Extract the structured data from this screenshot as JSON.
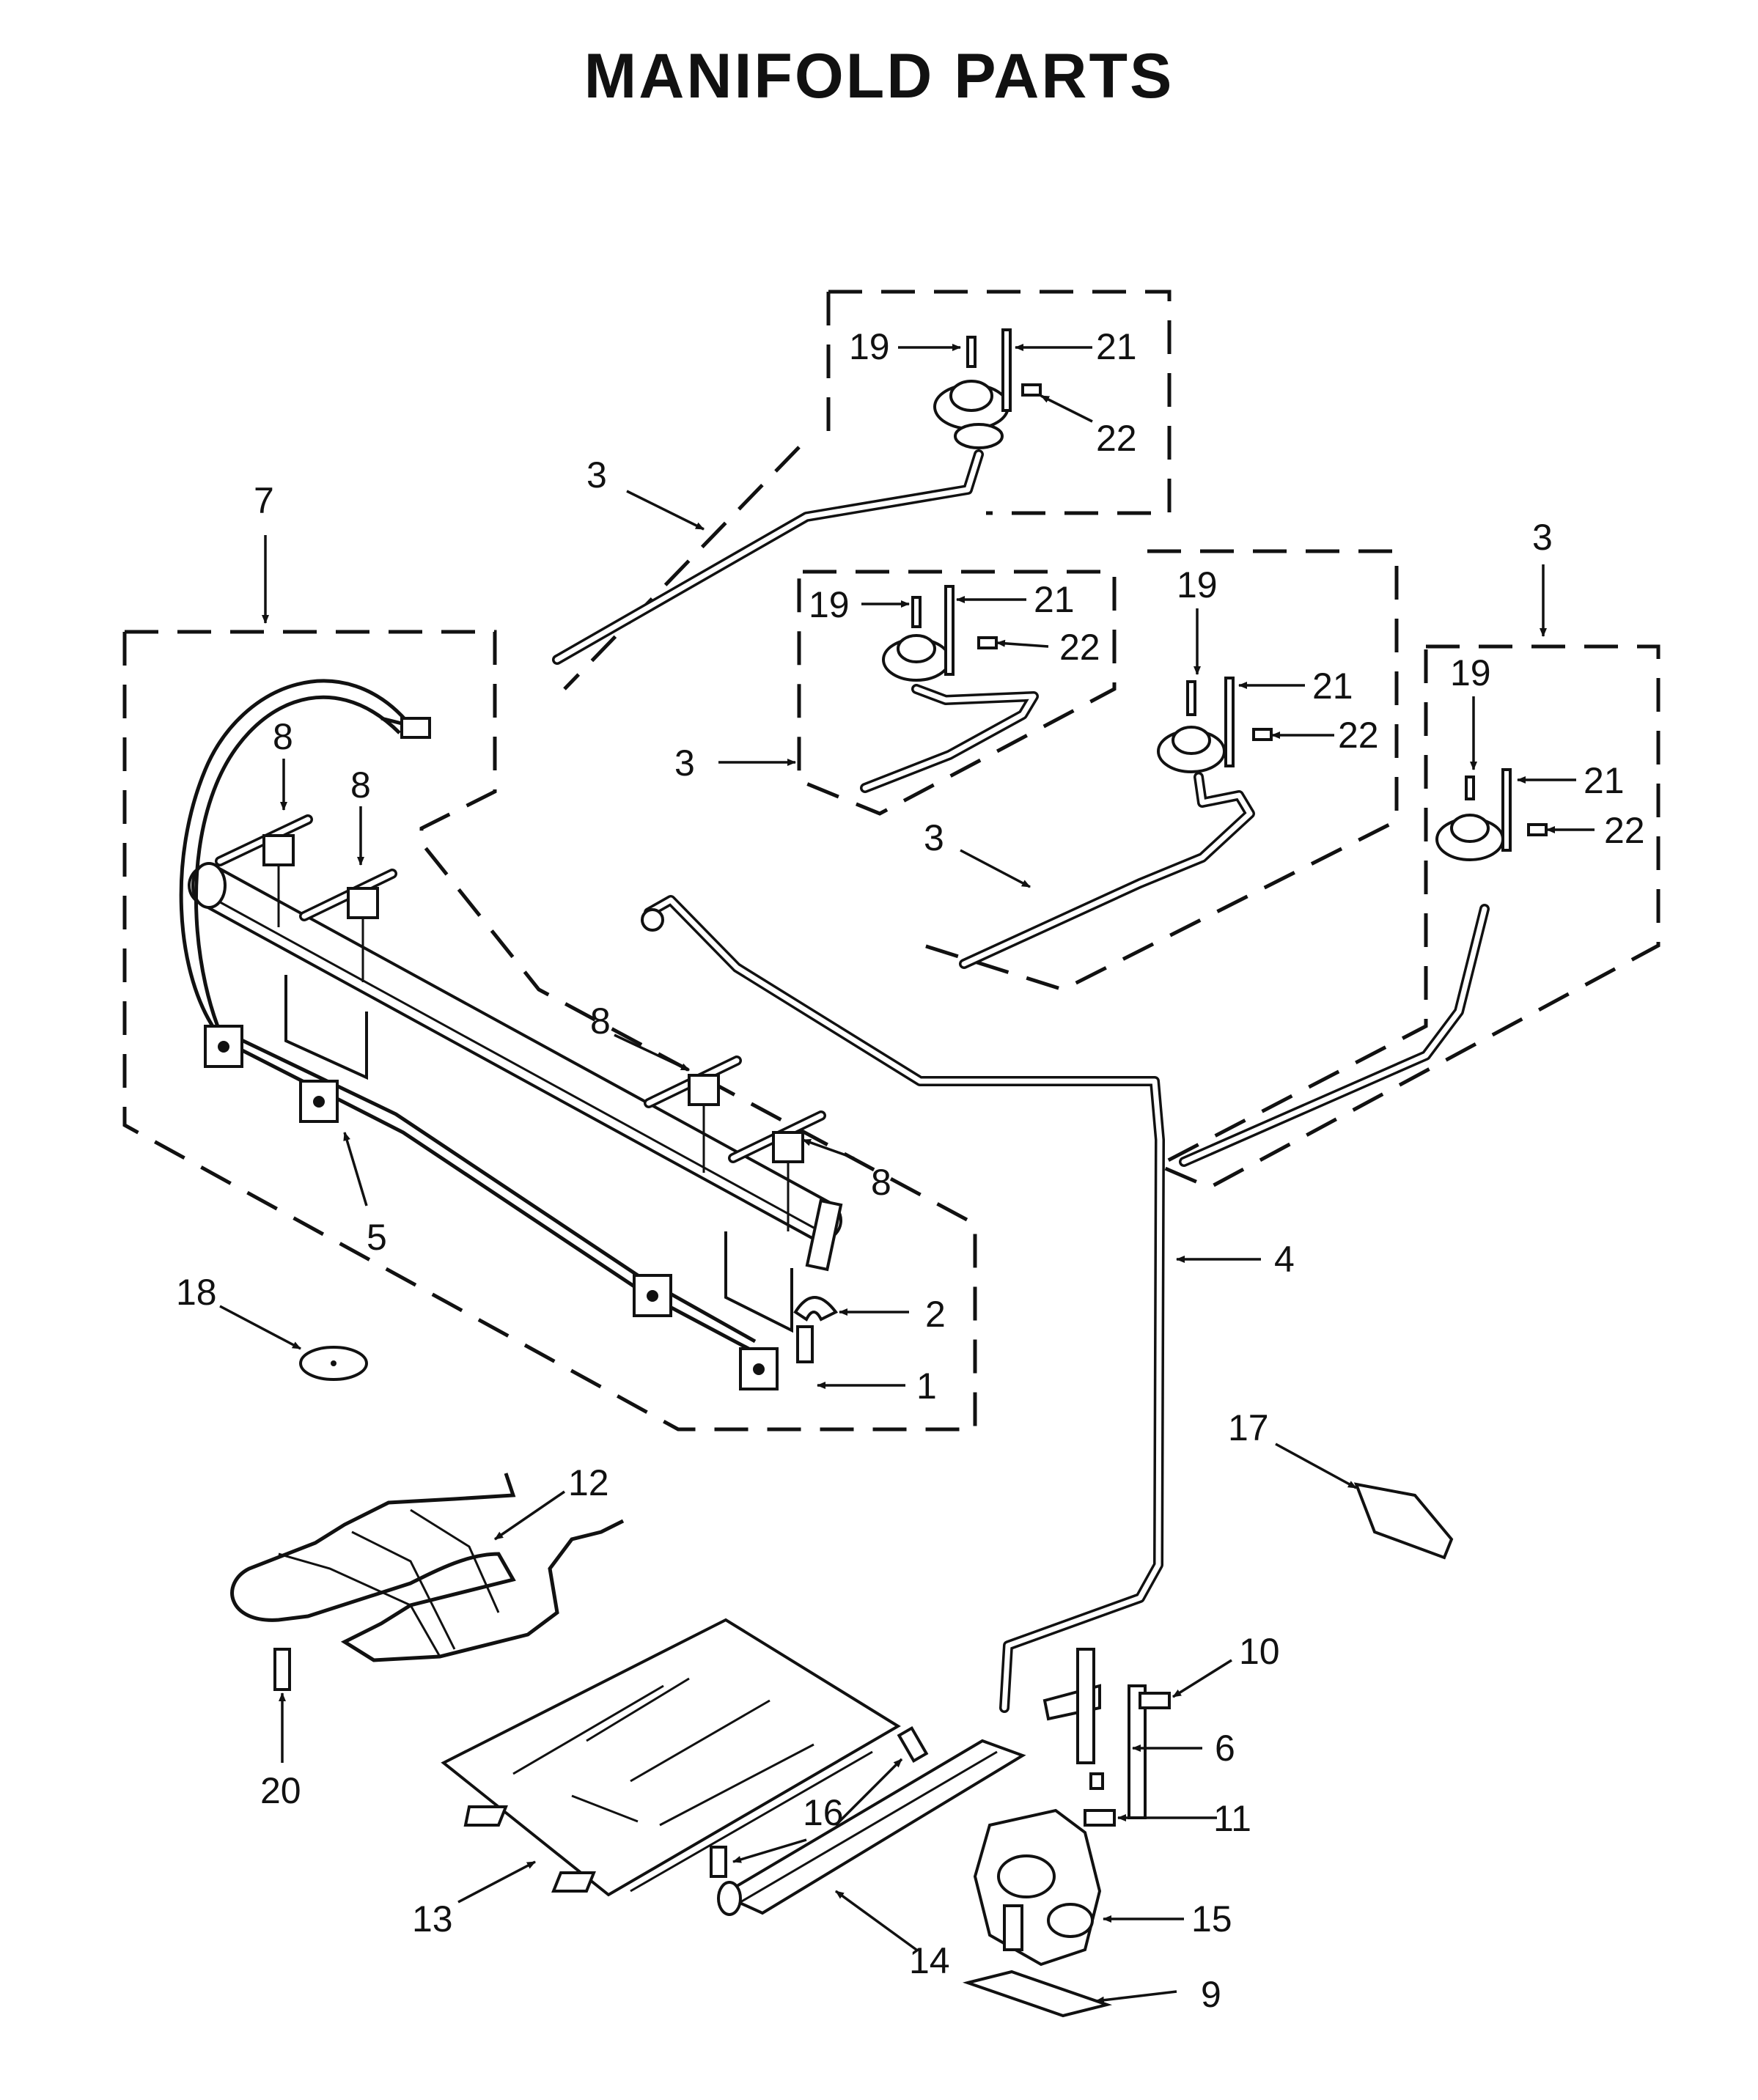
{
  "title": "MANIFOLD PARTS",
  "callouts": [
    {
      "id": "c19a",
      "text": "19"
    },
    {
      "id": "c21a",
      "text": "21"
    },
    {
      "id": "c22a",
      "text": "22"
    },
    {
      "id": "c3a",
      "text": "3"
    },
    {
      "id": "c7",
      "text": "7"
    },
    {
      "id": "c19b",
      "text": "19"
    },
    {
      "id": "c21b",
      "text": "21"
    },
    {
      "id": "c22b",
      "text": "22"
    },
    {
      "id": "c19c",
      "text": "19"
    },
    {
      "id": "c21c",
      "text": "21"
    },
    {
      "id": "c22c",
      "text": "22"
    },
    {
      "id": "c3b",
      "text": "3"
    },
    {
      "id": "c19d",
      "text": "19"
    },
    {
      "id": "c21d",
      "text": "21"
    },
    {
      "id": "c22d",
      "text": "22"
    },
    {
      "id": "c3c",
      "text": "3"
    },
    {
      "id": "c3d",
      "text": "3"
    },
    {
      "id": "c8a",
      "text": "8"
    },
    {
      "id": "c8b",
      "text": "8"
    },
    {
      "id": "c8c",
      "text": "8"
    },
    {
      "id": "c8d",
      "text": "8"
    },
    {
      "id": "c5",
      "text": "5"
    },
    {
      "id": "c4",
      "text": "4"
    },
    {
      "id": "c2",
      "text": "2"
    },
    {
      "id": "c1",
      "text": "1"
    },
    {
      "id": "c18",
      "text": "18"
    },
    {
      "id": "c17",
      "text": "17"
    },
    {
      "id": "c12",
      "text": "12"
    },
    {
      "id": "c10",
      "text": "10"
    },
    {
      "id": "c6",
      "text": "6"
    },
    {
      "id": "c11",
      "text": "11"
    },
    {
      "id": "c16",
      "text": "16"
    },
    {
      "id": "c20",
      "text": "20"
    },
    {
      "id": "c13",
      "text": "13"
    },
    {
      "id": "c14",
      "text": "14"
    },
    {
      "id": "c15",
      "text": "15"
    },
    {
      "id": "c9",
      "text": "9"
    }
  ]
}
